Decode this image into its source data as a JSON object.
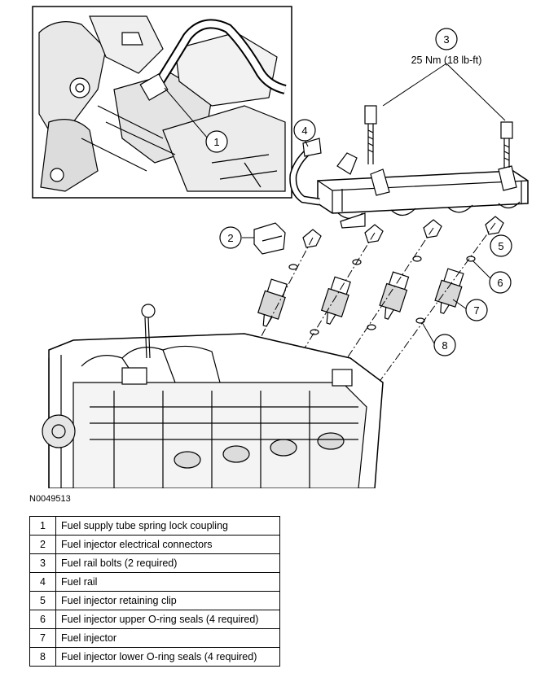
{
  "diagram": {
    "torque_spec": "25 Nm (18 lb-ft)",
    "callouts": [
      "1",
      "2",
      "3",
      "4",
      "5",
      "6",
      "7",
      "8"
    ],
    "figure_id": "N0049513"
  },
  "parts": [
    {
      "num": "1",
      "desc": "Fuel supply tube spring lock coupling"
    },
    {
      "num": "2",
      "desc": "Fuel injector electrical connectors"
    },
    {
      "num": "3",
      "desc": "Fuel rail bolts (2 required)"
    },
    {
      "num": "4",
      "desc": "Fuel rail"
    },
    {
      "num": "5",
      "desc": "Fuel injector retaining clip"
    },
    {
      "num": "6",
      "desc": "Fuel injector upper O-ring seals (4 required)"
    },
    {
      "num": "7",
      "desc": "Fuel injector"
    },
    {
      "num": "8",
      "desc": "Fuel injector lower O-ring seals (4 required)"
    }
  ],
  "colors": {
    "line": "#000000",
    "background": "#ffffff",
    "shade": "#d0d0d0"
  }
}
